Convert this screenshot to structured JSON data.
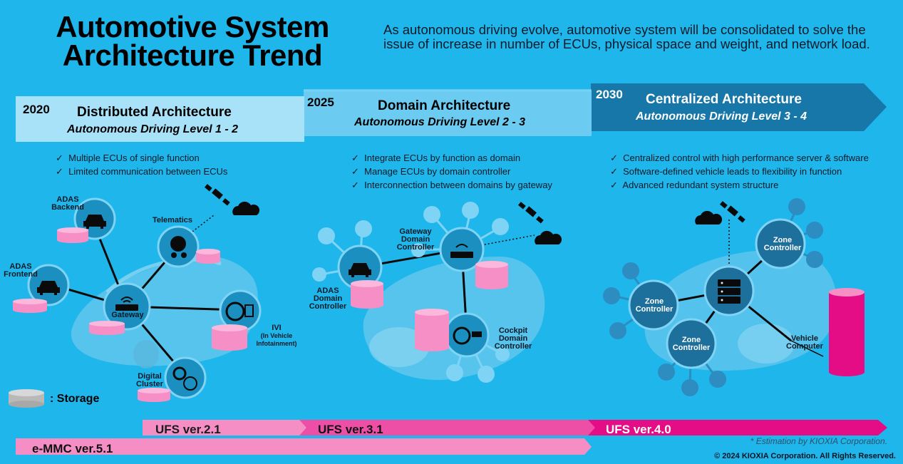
{
  "title": {
    "line1": "Automotive System",
    "line2": "Architecture Trend"
  },
  "intro": "As autonomous driving evolve, automotive system will be consolidated to solve the issue of increase in number of ECUs,  physical space and weight, and network load.",
  "stages": [
    {
      "year": "2020",
      "name": "Distributed Architecture",
      "level": "Autonomous Driving Level 1 - 2",
      "bullets": [
        "Multiple ECUs of single function",
        "Limited communication between ECUs"
      ]
    },
    {
      "year": "2025",
      "name": "Domain Architecture",
      "level": "Autonomous Driving Level 2 - 3",
      "bullets": [
        "Integrate ECUs by function as domain",
        "Manage ECUs by domain controller",
        "Interconnection between domains by gateway"
      ]
    },
    {
      "year": "2030",
      "name": "Centralized Architecture",
      "level": "Autonomous Driving Level 3 - 4",
      "bullets": [
        "Centralized control with high performance server & software",
        "Software-defined vehicle leads to flexibility in function",
        "Advanced redundant system structure"
      ]
    }
  ],
  "check": "✓",
  "labels_2020": {
    "adas_backend_1": "ADAS",
    "adas_backend_2": "Backend",
    "adas_frontend_1": "ADAS",
    "adas_frontend_2": "Frontend",
    "telematics": "Telematics",
    "gateway": "Gateway",
    "ivi_1": "IVI",
    "ivi_2": "(In Vehicle",
    "ivi_3": "Infotainment)",
    "cluster_1": "Digital",
    "cluster_2": "Cluster"
  },
  "labels_2025": {
    "gw_1": "Gateway",
    "gw_2": "Domain",
    "gw_3": "Controller",
    "adas_1": "ADAS",
    "adas_2": "Domain",
    "adas_3": "Controller",
    "cp_1": "Cockpit",
    "cp_2": "Domain",
    "cp_3": "Controller"
  },
  "labels_2030": {
    "zone_1": "Zone",
    "zone_2": "Controller",
    "vc_1": "Vehicle",
    "vc_2": "Computer"
  },
  "storage_label": ": Storage",
  "storage_versions": [
    "UFS ver.2.1",
    "UFS ver.3.1",
    "UFS ver.4.0",
    "e-MMC ver.5.1"
  ],
  "footnote": "* Estimation by KIOXIA Corporation.",
  "copyright": "© 2024 KIOXIA Corporation. All Rights Reserved.",
  "colors": {
    "background": "#1fb6ec",
    "banner_2020": "#a8e2f8",
    "banner_2025": "#6ccbf1",
    "banner_2030": "#1677a8",
    "storage": "#f58fc6",
    "ufs_light": "#f48ec4",
    "ufs_mid": "#ee4fa6",
    "ufs_dark": "#e40d85"
  }
}
